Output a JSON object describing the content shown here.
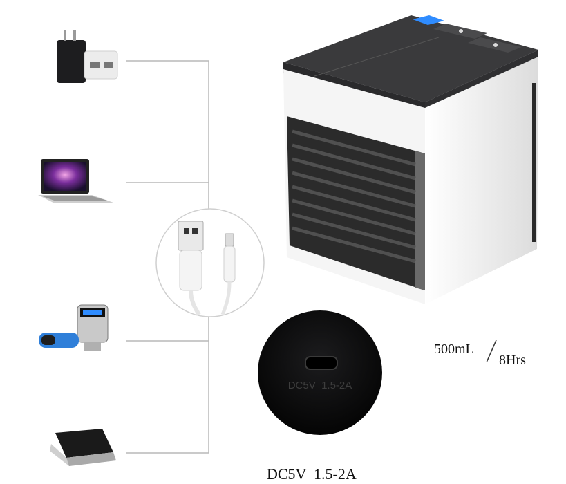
{
  "specs": {
    "capacity": "500mL",
    "runtime": "8Hrs",
    "power": "DC5V  1.5-2A",
    "port_label": "DC5V  1.5-2A"
  },
  "colors": {
    "cooler_top": "#3a3a3c",
    "cooler_body": "#f4f4f4",
    "display_blue": "#2f8cff",
    "line": "#b9b9b9"
  },
  "icons": [
    "wall-charger-icon",
    "laptop-icon",
    "usb-cable-icon",
    "car-charger-icon",
    "power-bank-icon",
    "usb-port-icon"
  ]
}
